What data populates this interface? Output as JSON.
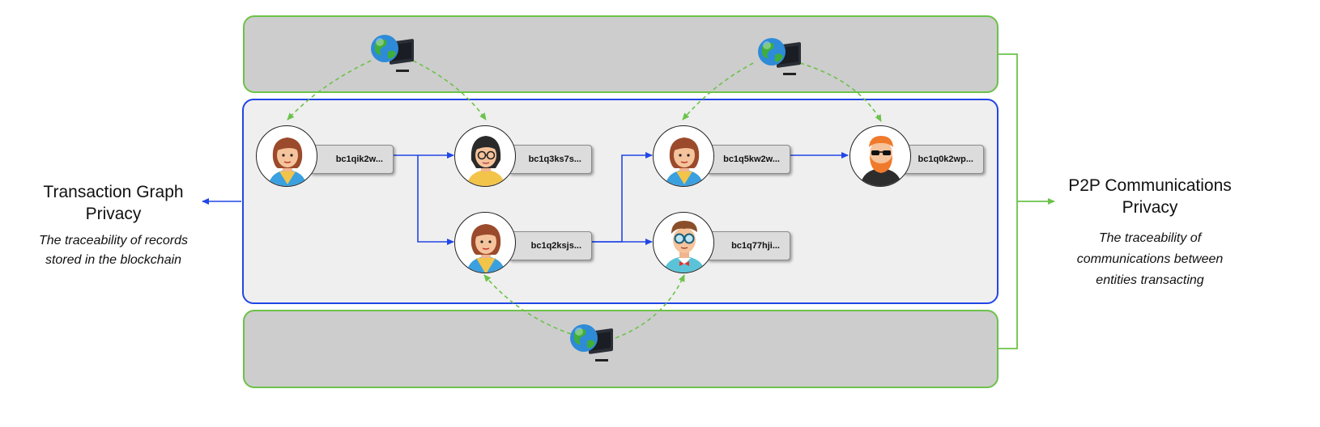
{
  "colors": {
    "p2p_border": "#6cc24a",
    "tx_border": "#2146e6",
    "p2p_fill": "#cdcdcd",
    "tx_fill": "#efefef"
  },
  "left_panel": {
    "title_line1": "Transaction Graph",
    "title_line2": "Privacy",
    "subtitle_line1": "The traceability of records",
    "subtitle_line2": "stored in the blockchain"
  },
  "right_panel": {
    "title_line1": "P2P Communications",
    "title_line2": "Privacy",
    "subtitle_line1": "The traceability of",
    "subtitle_line2": "communications between",
    "subtitle_line3": "entities transacting"
  },
  "nodes": [
    {
      "id": "n1",
      "address": "bc1qik2w...",
      "avatar": "woman-blue-avatar-icon"
    },
    {
      "id": "n2",
      "address": "bc1q3ks7s...",
      "avatar": "woman-glasses-avatar-icon"
    },
    {
      "id": "n3",
      "address": "bc1q2ksjs...",
      "avatar": "woman-yellow-avatar-icon"
    },
    {
      "id": "n4",
      "address": "bc1q5kw2w...",
      "avatar": "woman-blue-avatar-icon"
    },
    {
      "id": "n5",
      "address": "bc1q0k2wp...",
      "avatar": "bearded-man-sunglasses-avatar-icon"
    },
    {
      "id": "n6",
      "address": "bc1q77hji...",
      "avatar": "man-bowtie-goggles-avatar-icon"
    }
  ],
  "computers": [
    {
      "id": "c1",
      "icon": "globe-computer-icon"
    },
    {
      "id": "c2",
      "icon": "globe-computer-icon"
    },
    {
      "id": "c3",
      "icon": "globe-computer-icon"
    }
  ]
}
